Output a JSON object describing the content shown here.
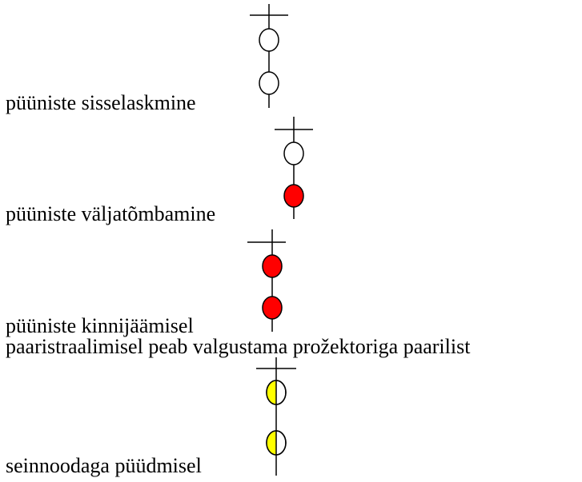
{
  "colors": {
    "text": "#000000",
    "background": "#ffffff",
    "red_light": "#ff0000",
    "yellow_light": "#ffff00",
    "white_light": "#ffffff"
  },
  "sections": [
    {
      "label": "püüniste sisselaskmine",
      "lights": [
        "white",
        "white"
      ]
    },
    {
      "label": "püüniste väljatõmbamine",
      "lights": [
        "white",
        "red"
      ]
    },
    {
      "label": "püüniste kinnijäämisel",
      "lights": [
        "red",
        "red"
      ]
    },
    {
      "label": "paaristraalimisel peab valgustama prožektoriga paarilist",
      "lights": []
    },
    {
      "label": "seinnoodaga püüdmisel",
      "lights": [
        "half-yellow",
        "half-yellow"
      ]
    }
  ]
}
